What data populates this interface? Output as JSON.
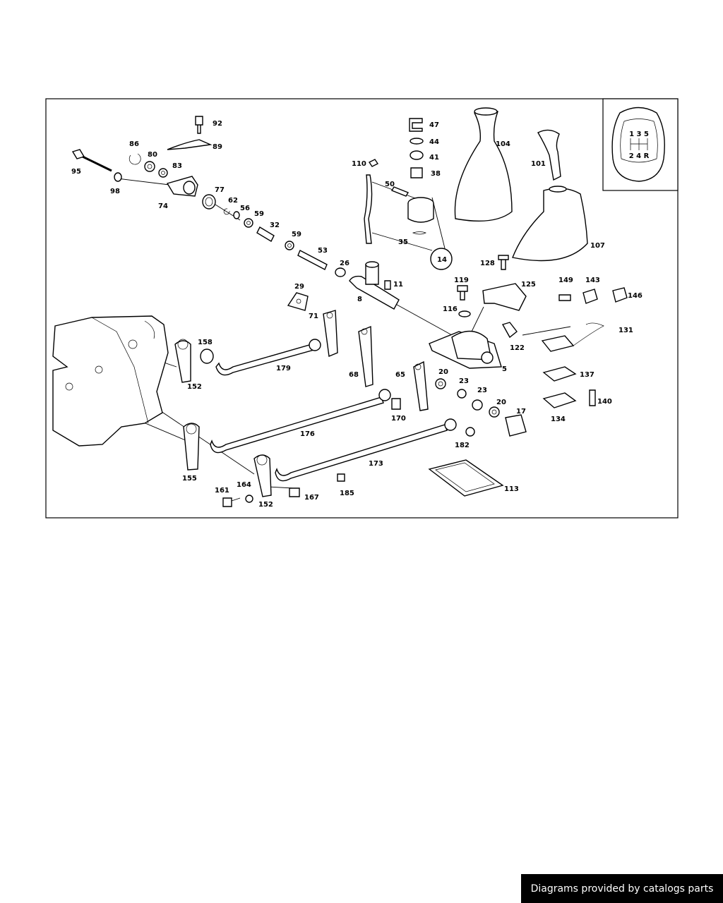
{
  "shift_pattern": {
    "top": "1 3 5",
    "bottom": "2 4 R"
  },
  "footer": "Diagrams provided by catalogs parts",
  "labels": {
    "p92": "92",
    "p89": "89",
    "p86": "86",
    "p80": "80",
    "p83": "83",
    "p95": "95",
    "p98": "98",
    "p74": "74",
    "p77": "77",
    "p62": "62",
    "p56": "56",
    "p59a": "59",
    "p32": "32",
    "p59b": "59",
    "p53": "53",
    "p26": "26",
    "p47": "47",
    "p44": "44",
    "p41": "41",
    "p38": "38",
    "p110": "110",
    "p50": "50",
    "p35": "35",
    "p14": "14",
    "p104": "104",
    "p101": "101",
    "p107": "107",
    "p128": "128",
    "p11": "11",
    "p8": "8",
    "p29": "29",
    "p119": "119",
    "p116": "116",
    "p125": "125",
    "p149": "149",
    "p143": "143",
    "p146": "146",
    "p71": "71",
    "p122": "122",
    "p131": "131",
    "p5": "5",
    "p158": "158",
    "p179": "179",
    "p152a": "152",
    "p68": "68",
    "p65": "65",
    "p20a": "20",
    "p23a": "23",
    "p23b": "23",
    "p20b": "20",
    "p17": "17",
    "p137": "137",
    "p140": "140",
    "p134": "134",
    "p170": "170",
    "p176": "176",
    "p182": "182",
    "p155": "155",
    "p173": "173",
    "p164": "164",
    "p161": "161",
    "p152b": "152",
    "p167": "167",
    "p185": "185",
    "p113": "113"
  }
}
